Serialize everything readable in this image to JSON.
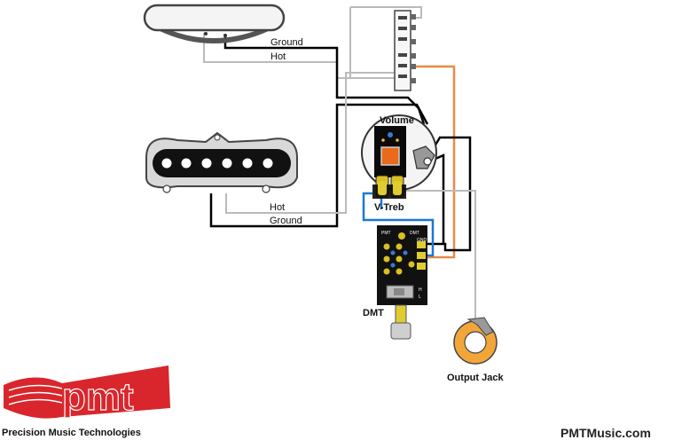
{
  "labels": {
    "neck_ground": "Ground",
    "neck_hot": "Hot",
    "bridge_hot": "Hot",
    "bridge_ground": "Ground",
    "volume": "Volume",
    "vtreb": "V-Treb",
    "dmt": "DMT",
    "output_jack": "Output Jack"
  },
  "board": {
    "pmt_left": "PMT",
    "pmt_right": "DMT",
    "gnd": "GND",
    "h": "H",
    "l": "L"
  },
  "branding": {
    "logo": "pmt",
    "company": "Precision Music Technologies",
    "website": "PMTMusic.com"
  },
  "colors": {
    "black_wire": "#000000",
    "gray_wire": "#bbbbbb",
    "orange_wire": "#e88a45",
    "blue_wire": "#1a78d0",
    "logo_red": "#d8262c",
    "jack_ring": "#f2a63a"
  }
}
